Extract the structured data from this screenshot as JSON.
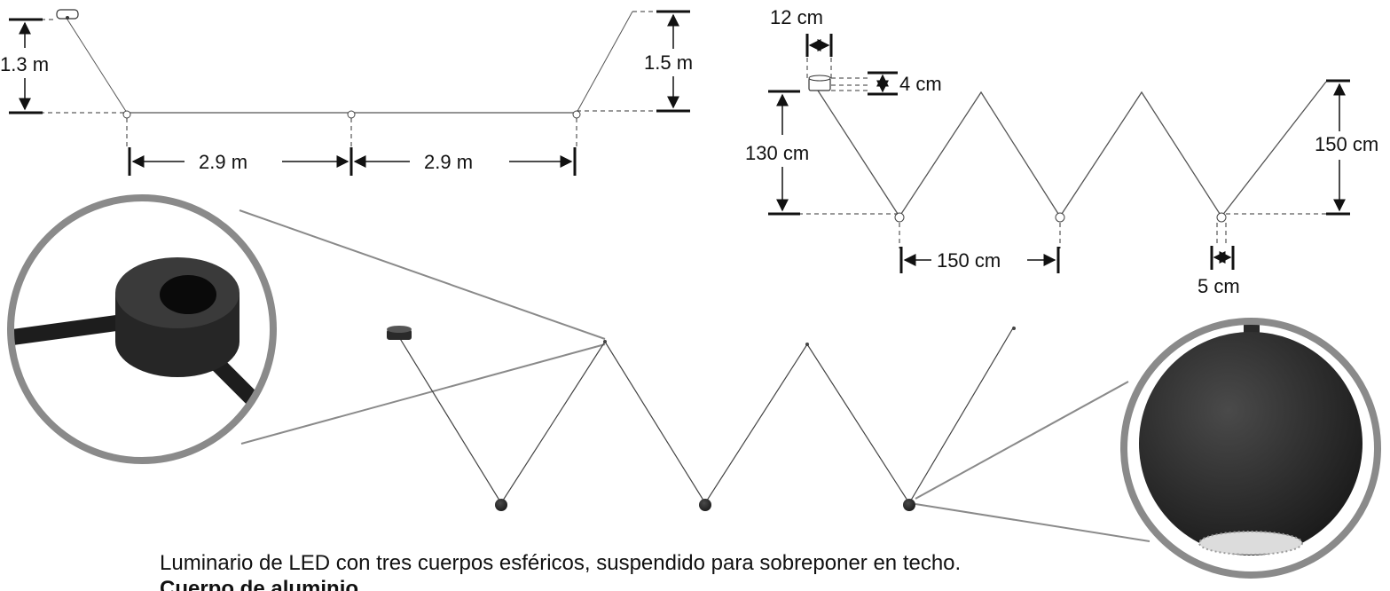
{
  "colors": {
    "ink": "#111111",
    "wire": "#555555",
    "zoom_border": "#8a8a8a",
    "body_black": "#2a2a2a",
    "led_white": "#dcdcdc"
  },
  "diagram_left": {
    "label_drop_left": "1.3 m",
    "label_drop_right": "1.5 m",
    "label_span_1": "2.9 m",
    "label_span_2": "2.9 m"
  },
  "diagram_right": {
    "label_canopy_width": "12 cm",
    "label_canopy_height": "4 cm",
    "label_drop_left": "130 cm",
    "label_drop_right": "150 cm",
    "label_span": "150 cm",
    "label_sphere_width": "5 cm"
  },
  "caption": {
    "description": "Luminario de LED con tres cuerpos esféricos, suspendido para sobreponer en techo.",
    "second_line": "Cuerpo de aluminio"
  }
}
